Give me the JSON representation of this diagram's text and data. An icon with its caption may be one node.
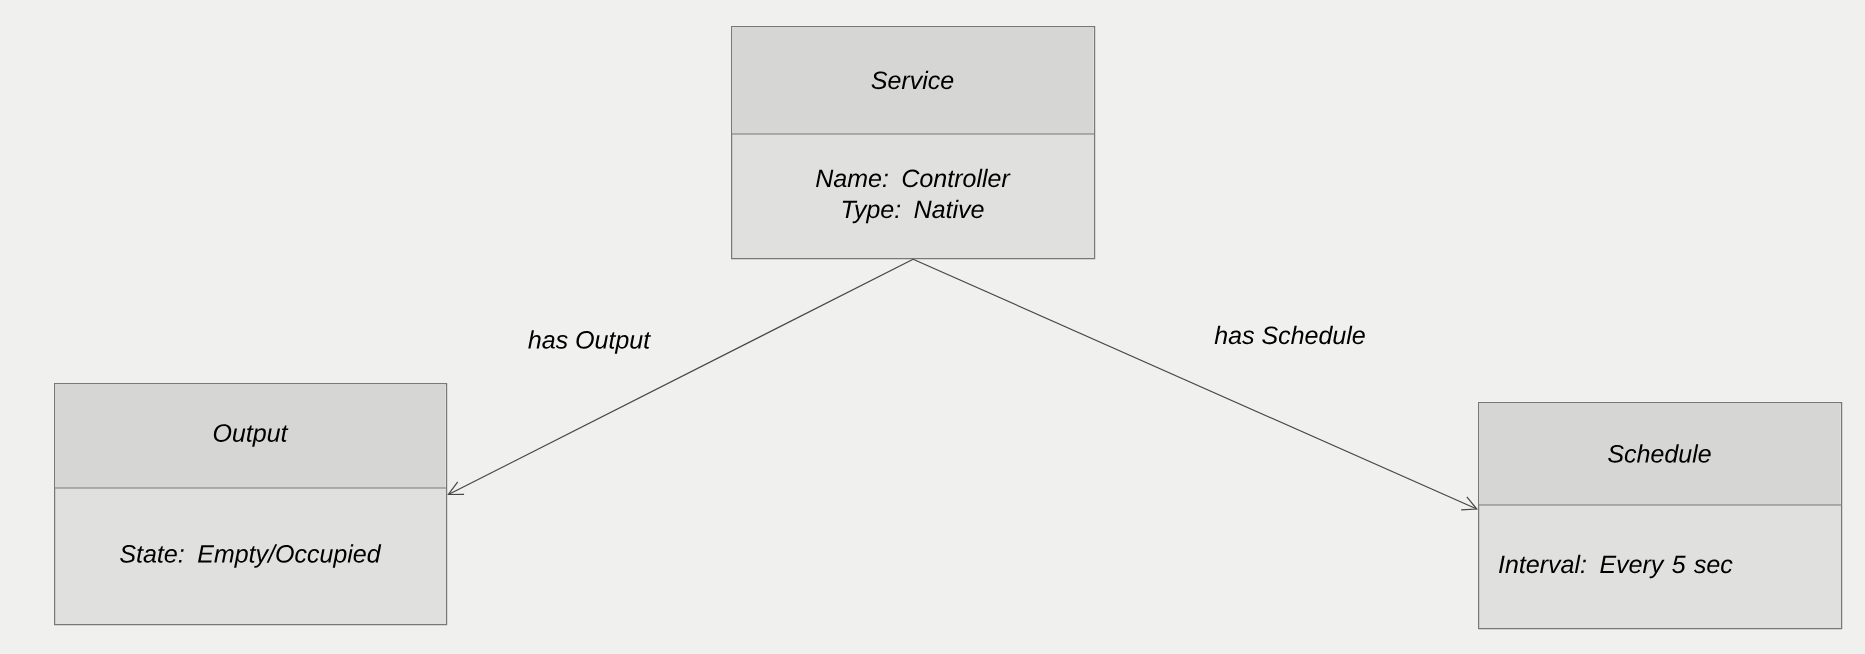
{
  "diagram": {
    "nodes": [
      {
        "text": [
          "Service",
          "Name: Controller Type: Native"
        ]
      },
      {
        "text": [
          "Output",
          "State: Empty/Occupied"
        ]
      },
      {
        "text": [
          "Schedule",
          "Interval: Every 5 sec"
        ]
      }
    ],
    "edges": [
      {
        "from": 0,
        "to": 1,
        "arrow": "to",
        "label": "has Output"
      },
      {
        "from": 0,
        "to": 2,
        "arrow": "to",
        "label": "has Schedule"
      }
    ]
  }
}
